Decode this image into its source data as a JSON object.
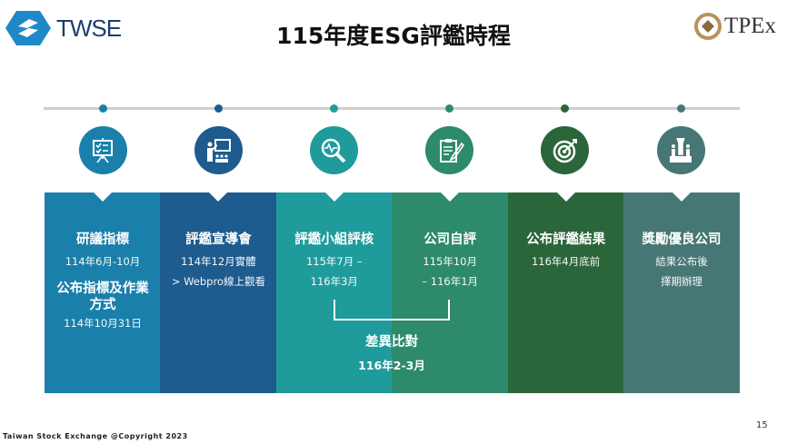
{
  "header": {
    "twse_logo": "TWSE",
    "title": "115年度ESG評鑑時程",
    "tpex_logo": "TPEx"
  },
  "colors": [
    "#1a7fab",
    "#1e5b8e",
    "#1f9b9c",
    "#2d8a6c",
    "#2b663b",
    "#467774"
  ],
  "steps": [
    {
      "icon": "presentation-board-icon",
      "title": "研議指標",
      "lines": [
        "114年6月-10月"
      ],
      "title2": "公布指標及作業方式",
      "lines2": [
        "114年10月31日"
      ]
    },
    {
      "icon": "teacher-seminar-icon",
      "title": "評鑑宣導會",
      "lines": [
        "114年12月實體",
        "> Webpro線上觀看"
      ]
    },
    {
      "icon": "magnifier-pulse-icon",
      "title": "評鑑小組評核",
      "lines": [
        "115年7月 –",
        "116年3月"
      ]
    },
    {
      "icon": "clipboard-pen-icon",
      "title": "公司自評",
      "lines": [
        "115年10月",
        "– 116年1月"
      ]
    },
    {
      "icon": "target-arrow-icon",
      "title": "公布評鑑結果",
      "lines": [
        "116年4月底前"
      ]
    },
    {
      "icon": "podium-winners-icon",
      "title": "獎勵優良公司",
      "lines": [
        "結果公布後",
        "擇期辦理"
      ]
    }
  ],
  "comparison": {
    "label": "差異比對",
    "period": "116年2-3月"
  },
  "footer": {
    "copyright": "Taiwan Stock Exchange @Copyright 2023",
    "page": "15"
  }
}
